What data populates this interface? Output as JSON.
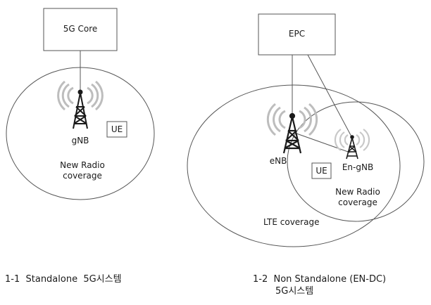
{
  "left": {
    "core_label": "5G Core",
    "node_label": "gNB",
    "ue_label": "UE",
    "coverage_line1": "New Radio",
    "coverage_line2": "coverage",
    "caption": "1-1  Standalone  5G시스템"
  },
  "right": {
    "core_label": "EPC",
    "enb_label": "eNB",
    "engnb_label": "En-gNB",
    "ue_label": "UE",
    "nr_coverage_line1": "New Radio",
    "nr_coverage_line2": "coverage",
    "lte_coverage_label": "LTE coverage",
    "caption_line1": "1-2  Non Standalone (EN-DC)",
    "caption_line2": "5G시스템"
  },
  "icons": {
    "tower": "radio-tower-icon",
    "signal": "signal-waves-icon"
  },
  "colors": {
    "line": "#555555",
    "tower": "#1a1a1a",
    "waves": "#bdbdbd"
  }
}
